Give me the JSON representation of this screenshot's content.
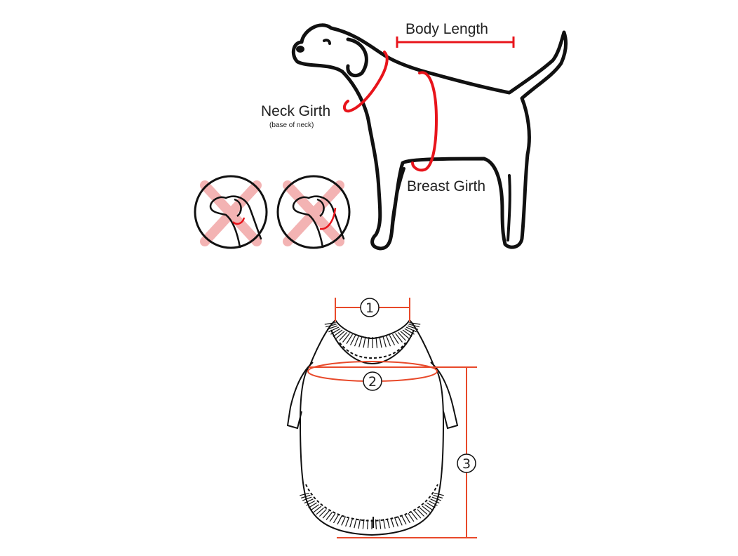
{
  "labels": {
    "body_length": "Body Length",
    "neck_girth": "Neck Girth",
    "neck_girth_note": "(base of neck)",
    "breast_girth": "Breast Girth"
  },
  "markers": {
    "m1": "1",
    "m2": "2",
    "m3": "3"
  },
  "colors": {
    "measure_red": "#e8141b",
    "guide_orange": "#e8492a",
    "outline": "#111111",
    "wrong_x": "#f3b3b3"
  },
  "icons": {
    "wrong_example": "x-mark-icon"
  }
}
